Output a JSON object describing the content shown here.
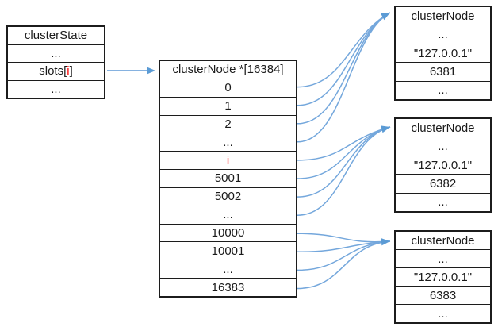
{
  "state_box": {
    "title": "clusterState",
    "rows": {
      "top_ellipsis": "...",
      "slots_prefix": "slots[",
      "slots_index": "i",
      "slots_suffix": "]",
      "bottom_ellipsis": "..."
    }
  },
  "array_box": {
    "title": "clusterNode *[16384]",
    "rows": [
      {
        "label": "0",
        "target": 1
      },
      {
        "label": "1",
        "target": 1
      },
      {
        "label": "2",
        "target": 1
      },
      {
        "label": "...",
        "target": 1
      },
      {
        "label": "i",
        "target": 2,
        "highlight": true
      },
      {
        "label": "5001",
        "target": 2
      },
      {
        "label": "5002",
        "target": 2
      },
      {
        "label": "...",
        "target": 2
      },
      {
        "label": "10000",
        "target": 3
      },
      {
        "label": "10001",
        "target": 3
      },
      {
        "label": "...",
        "target": 3
      },
      {
        "label": "16383",
        "target": 3
      }
    ]
  },
  "node_boxes": [
    {
      "title": "clusterNode",
      "rows": [
        "...",
        "\"127.0.0.1\"",
        "6381",
        "..."
      ]
    },
    {
      "title": "clusterNode",
      "rows": [
        "...",
        "\"127.0.0.1\"",
        "6382",
        "..."
      ]
    },
    {
      "title": "clusterNode",
      "rows": [
        "...",
        "\"127.0.0.1\"",
        "6383",
        "..."
      ]
    }
  ],
  "colors": {
    "arrow": "#74A7DC",
    "arrowhead": "#5B9BD5",
    "highlight": "#FF0000",
    "border": "#1C1C1C",
    "text": "#1A1A1A",
    "background": "#FFFFFF"
  }
}
